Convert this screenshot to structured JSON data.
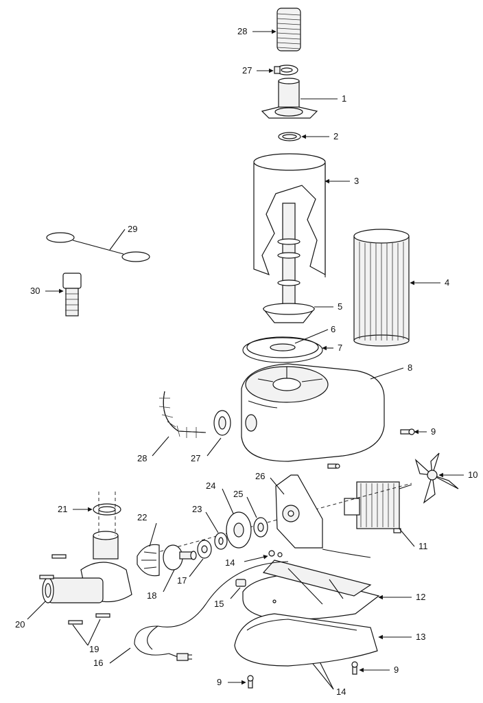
{
  "labels": {
    "p1": "1",
    "p2": "2",
    "p3": "3",
    "p4": "4",
    "p5": "5",
    "p6": "6",
    "p7": "7",
    "p8": "8",
    "p9a": "9",
    "p9b": "9",
    "p9c": "9",
    "p10": "10",
    "p11": "11",
    "p12": "12",
    "p13": "13",
    "p14a": "14",
    "p14b": "14",
    "p15": "15",
    "p16": "16",
    "p17": "17",
    "p18": "18",
    "p19": "19",
    "p20": "20",
    "p21": "21",
    "p22": "22",
    "p23": "23",
    "p24": "24",
    "p25": "25",
    "p26": "26",
    "p27a": "27",
    "p27b": "27",
    "p28a": "28",
    "p28b": "28",
    "p29": "29",
    "p30": "30"
  }
}
